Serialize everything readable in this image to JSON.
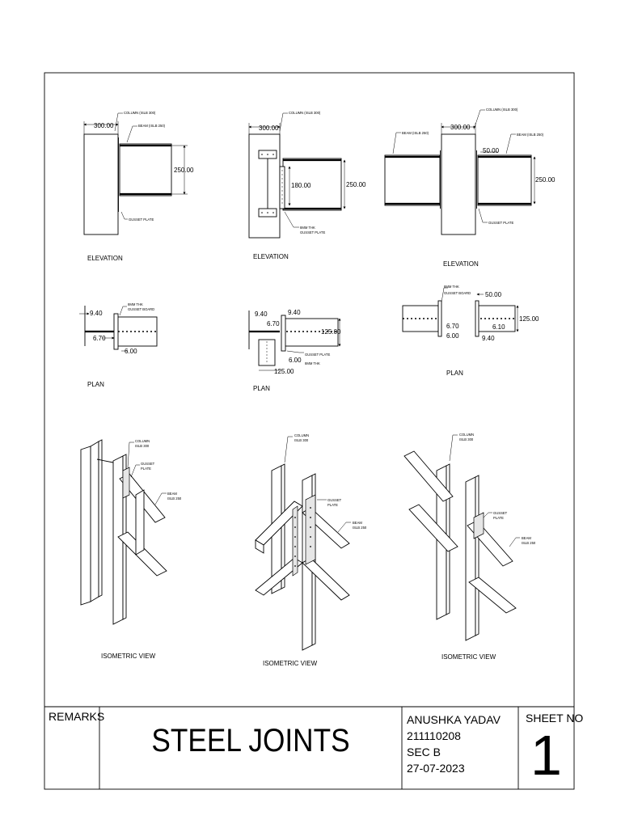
{
  "labels": {
    "column_isl300": "COLUMN (ISLB 300)",
    "beam_islb250": "BEAM (ISLB 250)",
    "gusset_plate_caps": "GUSSET PLATE",
    "gusset_8mm": "8MM THK",
    "gusset_plate": "GUSSET PLATE",
    "gusset_board_8mm": "8MM THK",
    "gusset_board": "GUSSET BOARD",
    "gusset_plate_8mm_plan": "8MM THK",
    "column_line1": "COLUMN",
    "column_line2": "ISLB 300",
    "gusset_line1": "GUSSET",
    "gusset_line2": "PLATE",
    "beam_line1": "BEAM",
    "beam_line2": "ISLB 250"
  },
  "views": {
    "elevation": "ELEVATION",
    "plan": "PLAN",
    "isometric": "ISOMETRIC VIEW"
  },
  "dimensions": {
    "d300": "300.00",
    "d250": "250.00",
    "d180": "180.00",
    "d50": "50.00",
    "d9_40": "9.40",
    "d6_70": "6.70",
    "d6_00": "6.00",
    "d125": "125.00",
    "d6_10": "6.10"
  },
  "title_block": {
    "remarks": "REMARKS",
    "title": "STEEL JOINTS",
    "author": "ANUSHKA YADAV",
    "roll_no": "211110208",
    "section": "SEC B",
    "date": "27-07-2023",
    "sheet_label": "SHEET NO",
    "sheet_number": "1"
  }
}
